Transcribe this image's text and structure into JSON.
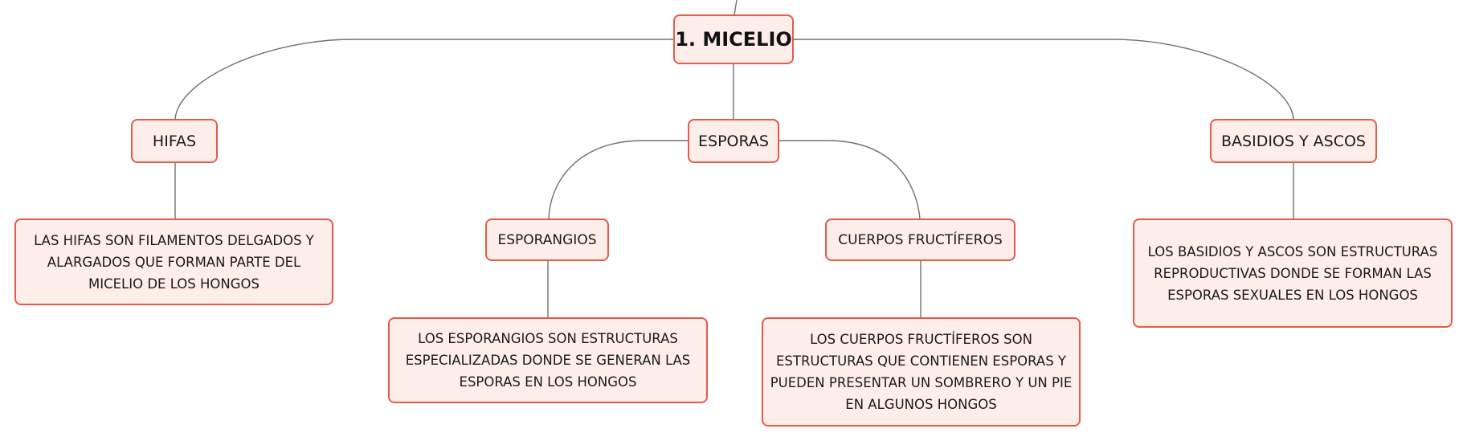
{
  "root": {
    "label": "1. MICELIO"
  },
  "branches": {
    "hifas": {
      "label": "HIFAS",
      "description": "LAS HIFAS SON FILAMENTOS DELGADOS Y ALARGADOS QUE FORMAN PARTE DEL MICELIO DE LOS HONGOS"
    },
    "esporas": {
      "label": "ESPORAS",
      "children": {
        "esporangios": {
          "label": "ESPORANGIOS",
          "description": "LOS ESPORANGIOS SON ESTRUCTURAS ESPECIALIZADAS DONDE SE GENERAN LAS ESPORAS EN LOS HONGOS"
        },
        "cuerpos_fructiferos": {
          "label": "CUERPOS FRUCTÍFEROS",
          "description": "LOS CUERPOS FRUCTÍFEROS SON ESTRUCTURAS QUE CONTIENEN ESPORAS Y PUEDEN PRESENTAR UN SOMBRERO Y UN PIE EN ALGUNOS HONGOS"
        }
      }
    },
    "basidios_ascos": {
      "label": "BASIDIOS Y ASCOS",
      "description": "LOS BASIDIOS Y ASCOS SON ESTRUCTURAS REPRODUCTIVAS DONDE SE FORMAN LAS ESPORAS SEXUALES EN LOS HONGOS"
    }
  },
  "colors": {
    "node_border": "#e65a4a",
    "node_fill": "#fdeeea",
    "connector": "#707070"
  }
}
